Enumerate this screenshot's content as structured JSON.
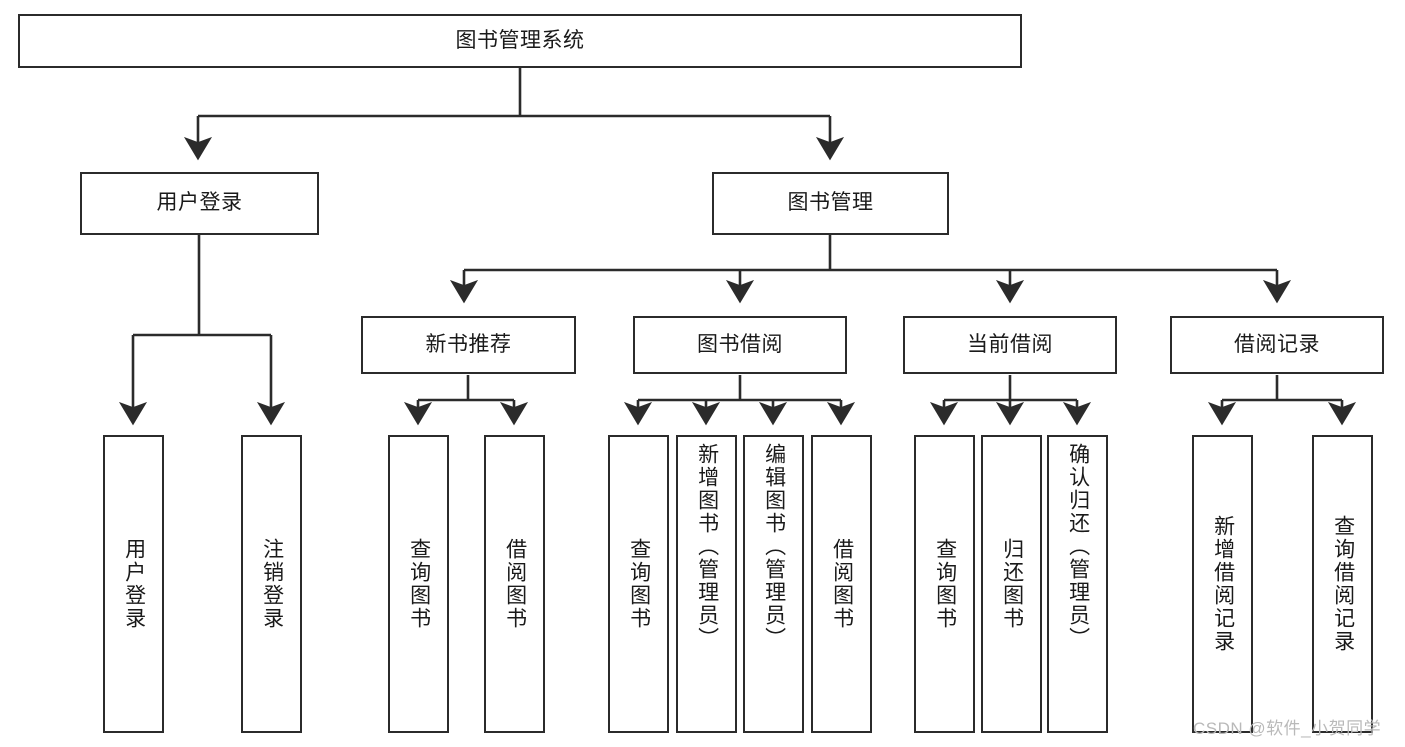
{
  "diagram": {
    "type": "tree-hierarchy-chart",
    "title": "图书管理系统",
    "watermark": "CSDN @软件_小贺同学",
    "colors": {
      "stroke": "#2b2b2b",
      "fill": "#ffffff",
      "text": "#1a1a1a",
      "watermark": "#b9b9b9"
    },
    "levels": {
      "level1": [
        {
          "id": "root",
          "label": "图书管理系统"
        }
      ],
      "level2": [
        {
          "id": "user-login",
          "label": "用户登录"
        },
        {
          "id": "book-manage",
          "label": "图书管理"
        }
      ],
      "level3": [
        {
          "id": "new-book-recommend",
          "label": "新书推荐"
        },
        {
          "id": "book-borrow",
          "label": "图书借阅"
        },
        {
          "id": "current-borrow",
          "label": "当前借阅"
        },
        {
          "id": "borrow-record",
          "label": "借阅记录"
        }
      ],
      "level4": [
        {
          "id": "leaf-user-login",
          "label": "用户登录",
          "parent": "user-login"
        },
        {
          "id": "leaf-logout-login",
          "label": "注销登录",
          "parent": "user-login"
        },
        {
          "id": "leaf-query-book-1",
          "label": "查询图书",
          "parent": "new-book-recommend"
        },
        {
          "id": "leaf-borrow-book-1",
          "label": "借阅图书",
          "parent": "new-book-recommend"
        },
        {
          "id": "leaf-query-book-2",
          "label": "查询图书",
          "parent": "book-borrow"
        },
        {
          "id": "leaf-add-book",
          "label": "新增图书（管理员）",
          "parent": "book-borrow"
        },
        {
          "id": "leaf-edit-book",
          "label": "编辑图书（管理员）",
          "parent": "book-borrow"
        },
        {
          "id": "leaf-borrow-book-2",
          "label": "借阅图书",
          "parent": "book-borrow"
        },
        {
          "id": "leaf-query-book-3",
          "label": "查询图书",
          "parent": "current-borrow"
        },
        {
          "id": "leaf-return-book",
          "label": "归还图书",
          "parent": "current-borrow"
        },
        {
          "id": "leaf-confirm-return",
          "label": "确认归还（管理员）",
          "parent": "current-borrow"
        },
        {
          "id": "leaf-add-record",
          "label": "新增借阅记录",
          "parent": "borrow-record"
        },
        {
          "id": "leaf-query-record",
          "label": "查询借阅记录",
          "parent": "borrow-record"
        }
      ]
    }
  }
}
